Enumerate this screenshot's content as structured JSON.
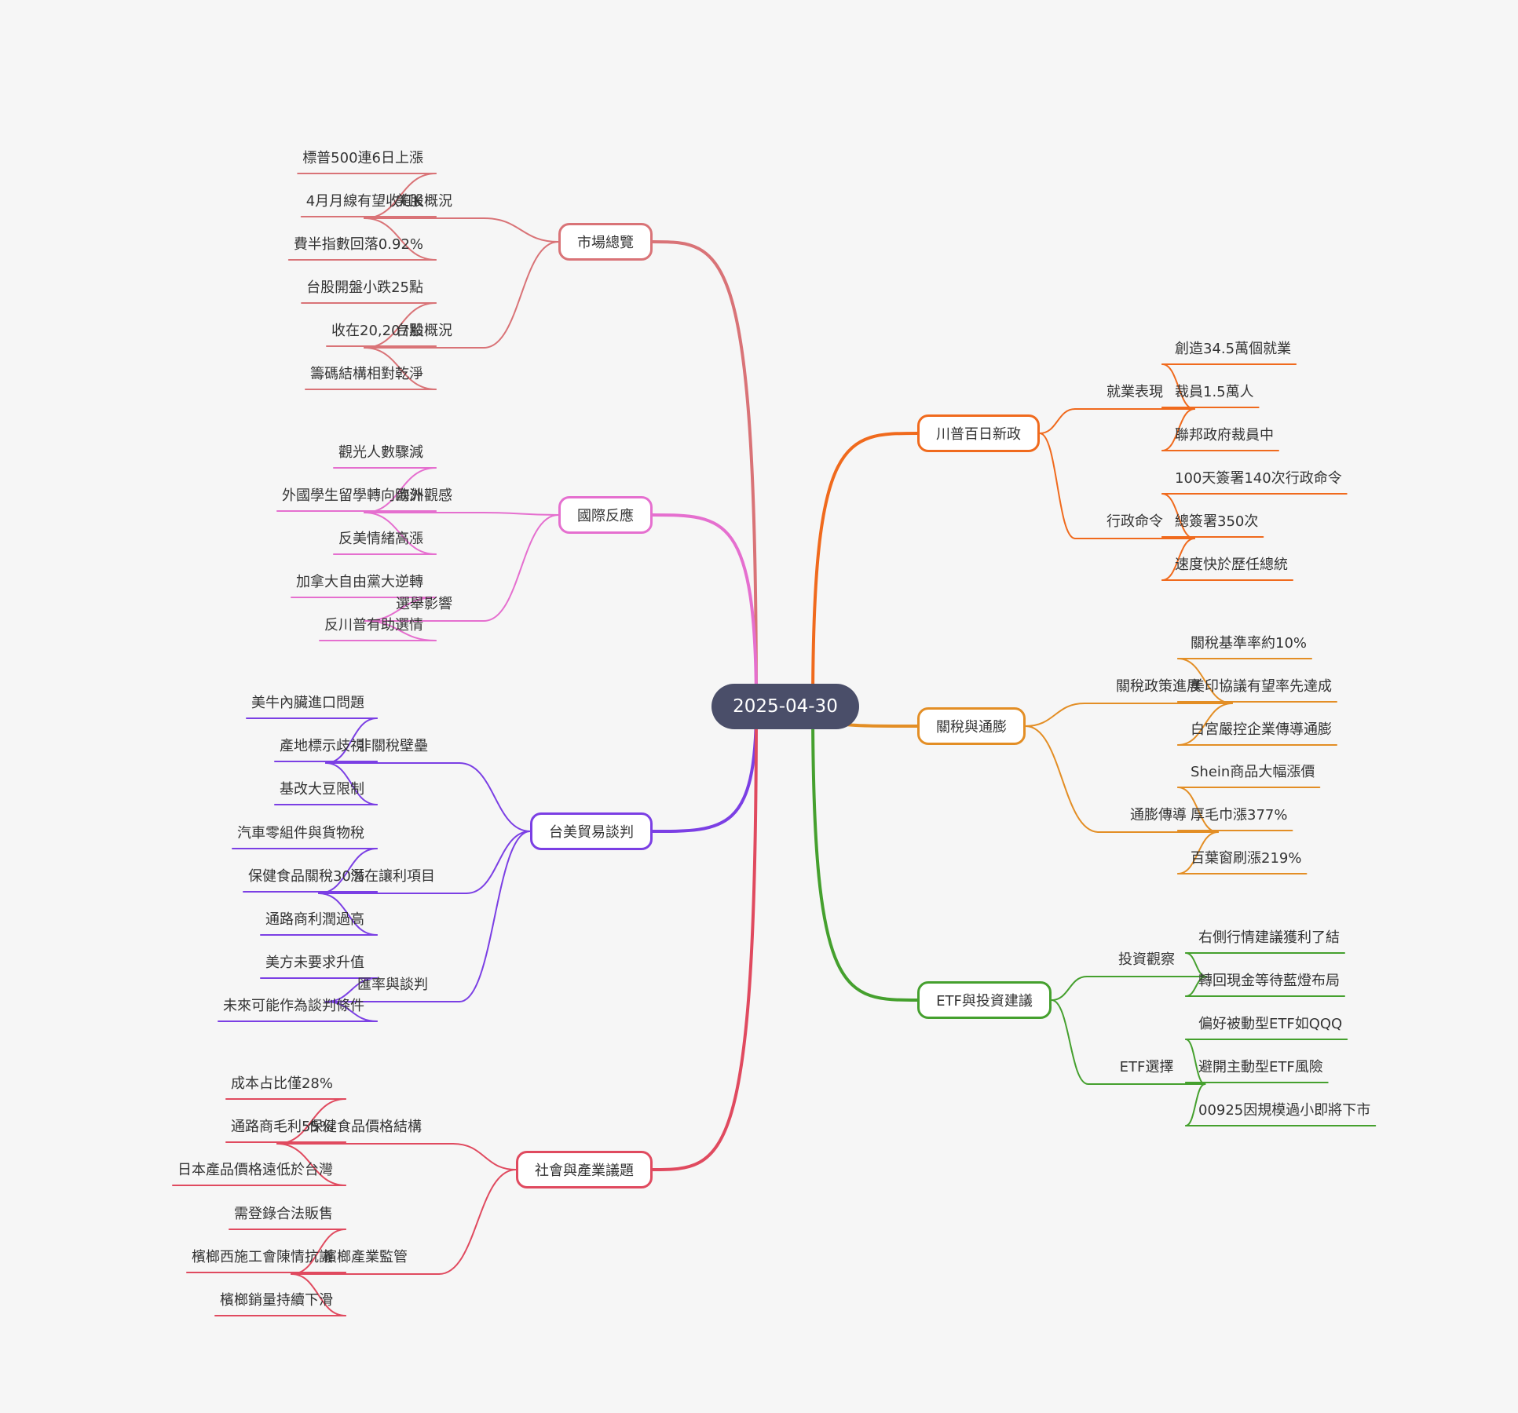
{
  "mindmap": {
    "root": "2025-04-30",
    "branches": [
      {
        "label": "市場總覽",
        "color": "#d97377",
        "side": "left",
        "children": [
          {
            "label": "美股概況",
            "leaves": [
              "標普500連6日上漲",
              "4月月線有望收紅K",
              "費半指數回落0.92%"
            ]
          },
          {
            "label": "台股概況",
            "leaves": [
              "台股開盤小跌25點",
              "收在20,207點",
              "籌碼結構相對乾淨"
            ]
          }
        ]
      },
      {
        "label": "國際反應",
        "color": "#e56fcf",
        "side": "left",
        "children": [
          {
            "label": "海外觀感",
            "leaves": [
              "觀光人數驟減",
              "外國學生留學轉向歐洲",
              "反美情緒高漲"
            ]
          },
          {
            "label": "選舉影響",
            "leaves": [
              "加拿大自由黨大逆轉",
              "反川普有助選情"
            ]
          }
        ]
      },
      {
        "label": "台美貿易談判",
        "color": "#7b3fe4",
        "side": "left",
        "children": [
          {
            "label": "非關稅壁壘",
            "leaves": [
              "美牛內臟進口問題",
              "產地標示歧視",
              "基改大豆限制"
            ]
          },
          {
            "label": "潛在讓利項目",
            "leaves": [
              "汽車零組件與貨物稅",
              "保健食品關稅30%",
              "通路商利潤過高"
            ]
          },
          {
            "label": "匯率與談判",
            "leaves": [
              "美方未要求升值",
              "未來可能作為談判條件"
            ]
          }
        ]
      },
      {
        "label": "社會與產業議題",
        "color": "#e04a5f",
        "side": "left",
        "children": [
          {
            "label": "保健食品價格結構",
            "leaves": [
              "成本占比僅28%",
              "通路商毛利55%",
              "日本產品價格遠低於台灣"
            ]
          },
          {
            "label": "檳榔產業監管",
            "leaves": [
              "需登錄合法販售",
              "檳榔西施工會陳情抗議",
              "檳榔銷量持續下滑"
            ]
          }
        ]
      },
      {
        "label": "川普百日新政",
        "color": "#f06a1d",
        "side": "right",
        "children": [
          {
            "label": "就業表現",
            "leaves": [
              "創造34.5萬個就業",
              "裁員1.5萬人",
              "聯邦政府裁員中"
            ]
          },
          {
            "label": "行政命令",
            "leaves": [
              "100天簽署140次行政命令",
              "總簽署350次",
              "速度快於歷任總統"
            ]
          }
        ]
      },
      {
        "label": "關稅與通膨",
        "color": "#e38e25",
        "side": "right",
        "children": [
          {
            "label": "關稅政策進展",
            "leaves": [
              "關稅基準率約10%",
              "美印協議有望率先達成",
              "白宮嚴控企業傳導通膨"
            ]
          },
          {
            "label": "通膨傳導",
            "leaves": [
              "Shein商品大幅漲價",
              "厚毛巾漲377%",
              "百葉窗刷漲219%"
            ]
          }
        ]
      },
      {
        "label": "ETF與投資建議",
        "color": "#45a02e",
        "side": "right",
        "children": [
          {
            "label": "投資觀察",
            "leaves": [
              "右側行情建議獲利了結",
              "轉回現金等待藍燈布局"
            ]
          },
          {
            "label": "ETF選擇",
            "leaves": [
              "偏好被動型ETF如QQQ",
              "避開主動型ETF風險",
              "00925因規模過小即將下市"
            ]
          }
        ]
      }
    ]
  }
}
